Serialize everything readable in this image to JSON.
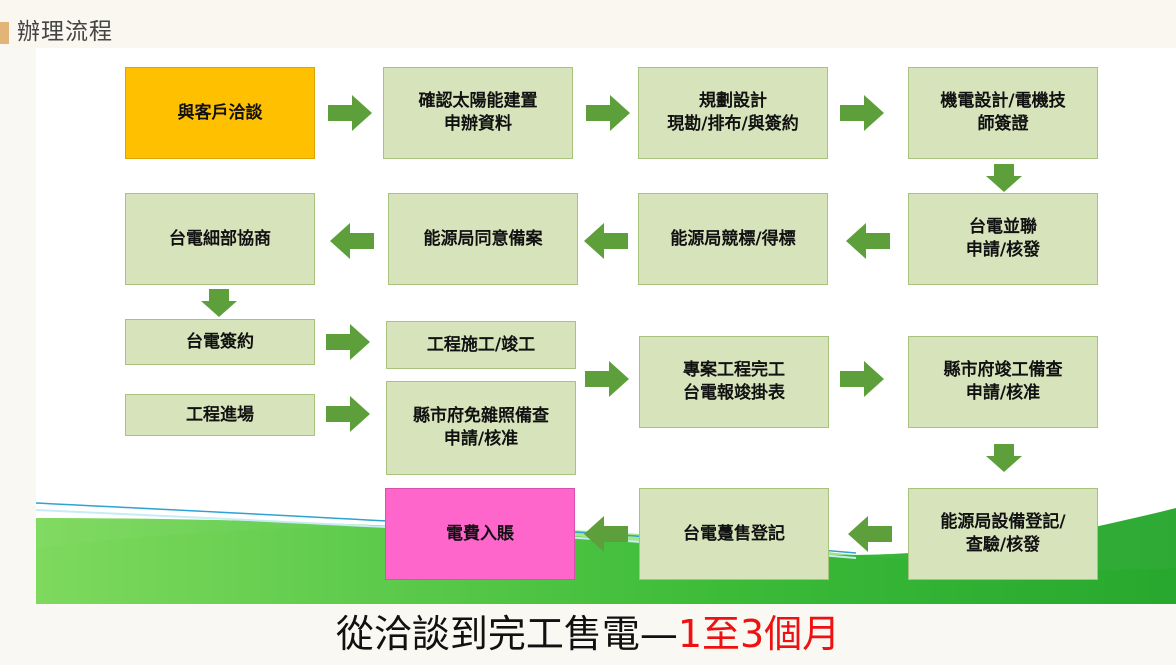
{
  "header": {
    "title": "辦理流程"
  },
  "colors": {
    "box_fill": "#d6e3bb",
    "box_border": "#a7c37e",
    "start_fill": "#ffc000",
    "end_fill": "#ff66cc",
    "arrow": "#5d9f3a",
    "highlight_text": "#ee1111"
  },
  "steps": [
    "與客戶洽談",
    "確認太陽能建置\n申辦資料",
    "規劃設計\n現勘/排布/與簽約",
    "機電設計/電機技\n師簽證",
    "台電並聯\n申請/核發",
    "能源局競標/得標",
    "能源局同意備案",
    "台電細部協商",
    "台電簽約",
    "工程進場",
    "工程施工/竣工",
    "縣市府免雜照備查\n申請/核准",
    "專案工程完工\n台電報竣掛表",
    "縣市府竣工備查\n申請/核准",
    "能源局設備登記/\n查驗/核發",
    "台電躉售登記",
    "電費入賬"
  ],
  "icons": {
    "flow_arrow": "arrow-icon"
  },
  "footer": {
    "main": "從洽談到完工售電—",
    "highlight": "1至3個月"
  }
}
